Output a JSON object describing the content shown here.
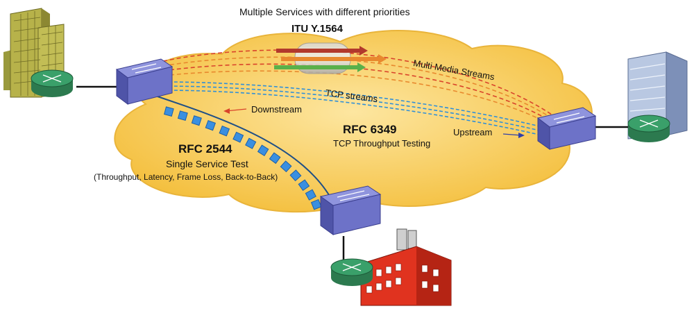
{
  "header": {
    "title": "Multiple Services with different priorities",
    "standard": "ITU Y.1564"
  },
  "labels": {
    "multimedia": "Multi Media Streams",
    "tcp_streams": "TCP streams",
    "downstream": "Downstream",
    "upstream": "Upstream"
  },
  "rfc6349": {
    "name": "RFC 6349",
    "desc": "TCP Throughput Testing"
  },
  "rfc2544": {
    "name": "RFC 2544",
    "desc": "Single Service Test",
    "detail": "(Throughput, Latency, Frame Loss, Back-to-Back)"
  },
  "colors": {
    "cloud": "#f7c84a",
    "switch": "#6d72c8",
    "router": "#3aa06a",
    "stream_red": "#d9432b",
    "stream_orange": "#e8892e",
    "tcp": "#2f8fd8",
    "downstream_arrow": "#d9432b",
    "upstream_arrow": "#2f3fa8"
  },
  "icons": [
    "building-left-icon",
    "building-right-icon",
    "factory-icon",
    "switch-icon",
    "router-icon"
  ]
}
